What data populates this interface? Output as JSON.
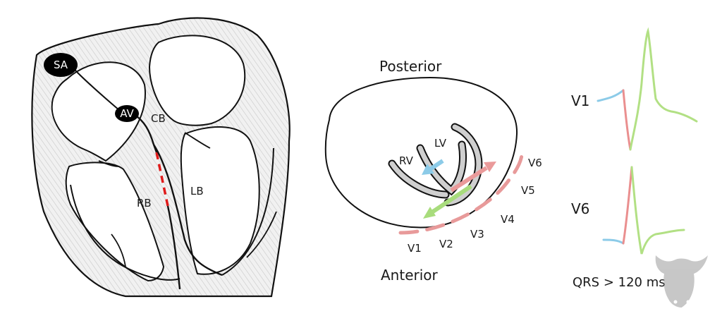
{
  "heart": {
    "sa_label": "SA",
    "av_label": "AV",
    "cb_label": "CB",
    "rb_label": "RB",
    "lb_label": "LB"
  },
  "cross_section": {
    "posterior_label": "Posterior",
    "anterior_label": "Anterior",
    "rv_label": "RV",
    "lv_label": "LV",
    "leads": [
      "V1",
      "V2",
      "V3",
      "V4",
      "V5",
      "V6"
    ]
  },
  "ecg": {
    "v1_label": "V1",
    "v6_label": "V6",
    "qrs_caption": "QRS > 120 ms"
  },
  "colors": {
    "outline": "#111111",
    "conduction_block": "#e01b1b",
    "lead_dash": "#e89a9a",
    "arrow_blue": "#8ccbe8",
    "arrow_green": "#a8dc7c",
    "arrow_red": "#ea9a9a",
    "trace_blue": "#8ccbe8",
    "trace_red": "#ea8f8f",
    "trace_green": "#b2e084",
    "logo": "#9a9a9a"
  },
  "logo_icon": "bull-head-icon"
}
